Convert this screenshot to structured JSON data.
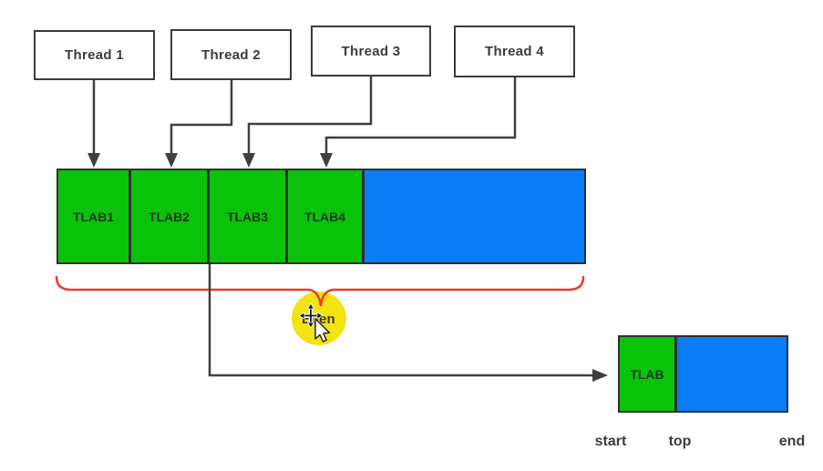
{
  "diagram": {
    "threads": [
      {
        "label": "Thread 1"
      },
      {
        "label": "Thread 2"
      },
      {
        "label": "Thread 3"
      },
      {
        "label": "Thread 4"
      }
    ],
    "heap_bar": {
      "segments": [
        {
          "label": "TLAB1",
          "color": "green"
        },
        {
          "label": "TLAB2",
          "color": "green"
        },
        {
          "label": "TLAB3",
          "color": "green"
        },
        {
          "label": "TLAB4",
          "color": "green"
        },
        {
          "label": "",
          "color": "blue"
        }
      ]
    },
    "eden_label": "Eden",
    "tlab_detail": {
      "label": "TLAB",
      "pointer_labels": [
        "start",
        "top",
        "end"
      ]
    },
    "colors": {
      "tlab_green": "#0bc20b",
      "free_blue": "#0a7cf5",
      "brace_red": "#ed3b2b",
      "highlight_yellow": "#f2e313",
      "line_gray": "#3f3f3f",
      "text_gray": "#3c3c3c"
    }
  }
}
